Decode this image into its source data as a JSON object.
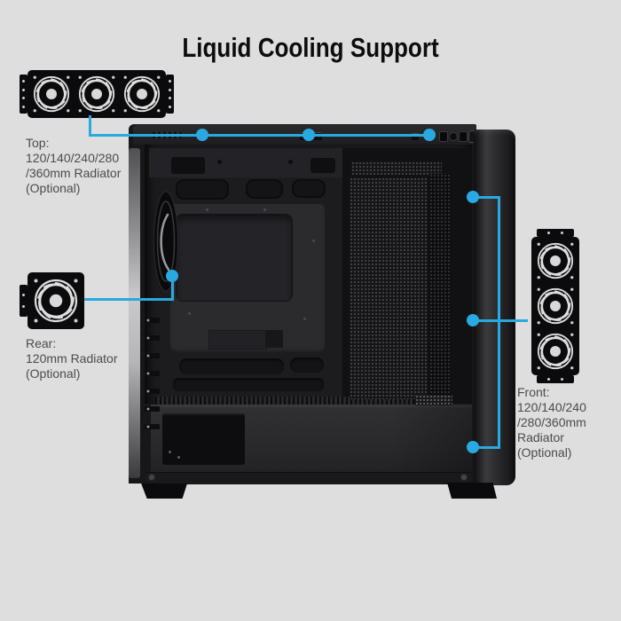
{
  "title": "Liquid Cooling Support",
  "colors": {
    "background": "#dedede",
    "accent_blue": "#29a9e1",
    "label_text": "#4b4b4b",
    "title_text": "#0d0d0d",
    "case_black": "#17171a"
  },
  "callouts": {
    "top": {
      "icon": "radiator-3-fan-horizontal-icon",
      "lines": [
        "Top:",
        "120/140/240/280",
        "/360mm Radiator",
        "(Optional)"
      ]
    },
    "rear": {
      "icon": "radiator-1-fan-icon",
      "lines": [
        "Rear:",
        "120mm Radiator",
        "(Optional)"
      ]
    },
    "front": {
      "icon": "radiator-3-fan-vertical-icon",
      "lines": [
        "Front:",
        "120/140/240",
        "/280/360mm",
        "Radiator",
        "(Optional)"
      ]
    }
  }
}
